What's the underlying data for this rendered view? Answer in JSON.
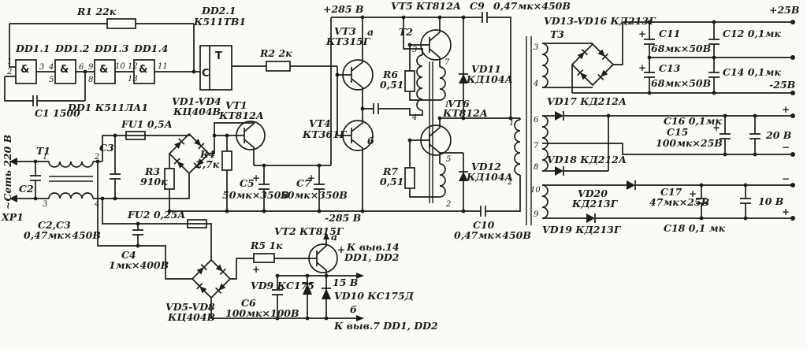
{
  "colors": {
    "ink": "#1c1c1c",
    "paper": "#fbfaf6"
  },
  "labels": {
    "r1": "R1 22к",
    "dd21": "DD2.1",
    "dd21_type": "К511ТВ1",
    "rail_p285": "+285 В",
    "vt5": "VT5 КТ812А",
    "c9": "C9",
    "c9_val": "0,47мк×450В",
    "vd13_16": "VD13-VD16 КД213Г",
    "out_p25": "+25В",
    "c11": "C11",
    "c11_val": "68мк×50В",
    "c12": "C12 0,1мк",
    "c13": "C13",
    "c13_val": "68мк×50В",
    "c14": "C14 0,1мк",
    "out_m25": "-25В",
    "vt3": "VT3",
    "vt3_type": "КТ315Г",
    "t2": "T2",
    "r6": "R6",
    "r6_val": "0,51",
    "vd11": "VD11",
    "vd11_type": "КД104А",
    "t3": "T3",
    "vd17": "VD17 КД212А",
    "c16": "C16 0,1мк",
    "c15": "C15",
    "c15_val": "100мк×25В",
    "out_20": "20 В",
    "dd11": "DD1.1",
    "dd12": "DD1.2",
    "dd13": "DD1.3",
    "dd14": "DD1.4",
    "r2": "R2 2к",
    "dd1": "DD1 К511ЛА1",
    "vd1_4": "VD1-VD4",
    "vd1_4_type": "КЦ404В",
    "vt1": "VT1",
    "vt1_type": "КТ812А",
    "c1": "C1 1500",
    "t1": "T1",
    "mains": "~Сеть 220 В",
    "c2": "C2",
    "xp1": "XP1",
    "c2c3": "C2,C3",
    "c2c3_val": "0,47мк×450В",
    "fu1": "FU1 0,5А",
    "c3": "C3",
    "r3": "R3",
    "r3_val": "910к",
    "r4": "R4",
    "r4_val": "2,7к",
    "c5": "C5",
    "c5_val": "50мк×350В",
    "c7": "C7",
    "c7_val": "50мк×350В",
    "vt4": "VT4",
    "vt4_type": "КТ361Г",
    "rail_m285": "-285 В",
    "vt6": "VT6",
    "vt6_type": "КТ812А",
    "r7": "R7",
    "r7_val": "0,51",
    "vd12": "VD12",
    "vd12_type": "КД104А",
    "c10": "C10",
    "c10_val": "0,47мк×450В",
    "vd18": "VD18 КД212А",
    "vd20": "VD20",
    "vd20_type": "КД213Г",
    "c17": "C17",
    "c17_val": "47мк×25В",
    "out_10": "10 В",
    "vd19": "VD19 КД213Г",
    "c18": "C18 0,1 мк",
    "fu2": "FU2 0,25А",
    "c4": "C4",
    "c4_val": "1мк×400В",
    "vt2": "VT2 КТ815Г",
    "r5": "R5 1к",
    "out14": "К выв.14",
    "out14b": "DD1, DD2",
    "v15": "15 В",
    "vd9": "VD9 КС175",
    "vd10": "VD10 КС175Д",
    "c6": "C6",
    "c6_val": "100мк×100В",
    "vd5_8": "VD5-VD8",
    "vd5_8_type": "КЦ404В",
    "out7": "К выв.7 DD1, DD2",
    "pt_a": "а",
    "pt_b": "б"
  },
  "marks": {
    "plus": "+",
    "minus": "−",
    "amp": "&",
    "t_cell": "T",
    "c_cell": "C"
  },
  "pins": {
    "g1_1": "1",
    "g1_2": "2",
    "g1_3": "3",
    "g2_4": "4",
    "g2_5": "5",
    "g2_6": "6",
    "g3_9": "9",
    "g3_8": "8",
    "g3_10": "10",
    "g4_12": "12",
    "g4_13": "13",
    "g4_11": "11",
    "t1_1": "1",
    "t1_2": "2",
    "t1_3": "3",
    "t1_4": "4",
    "t2_3": "3",
    "t2_4": "4",
    "t2_7": "7",
    "t2_1": "1",
    "t2_5": "5",
    "t2_2": "2",
    "t3_1": "1",
    "t3_2": "2",
    "t3_3": "3",
    "t3_4": "4",
    "t3_6": "6",
    "t3_7": "7",
    "t3_8": "8",
    "t3_10": "10",
    "t3_9": "9"
  }
}
